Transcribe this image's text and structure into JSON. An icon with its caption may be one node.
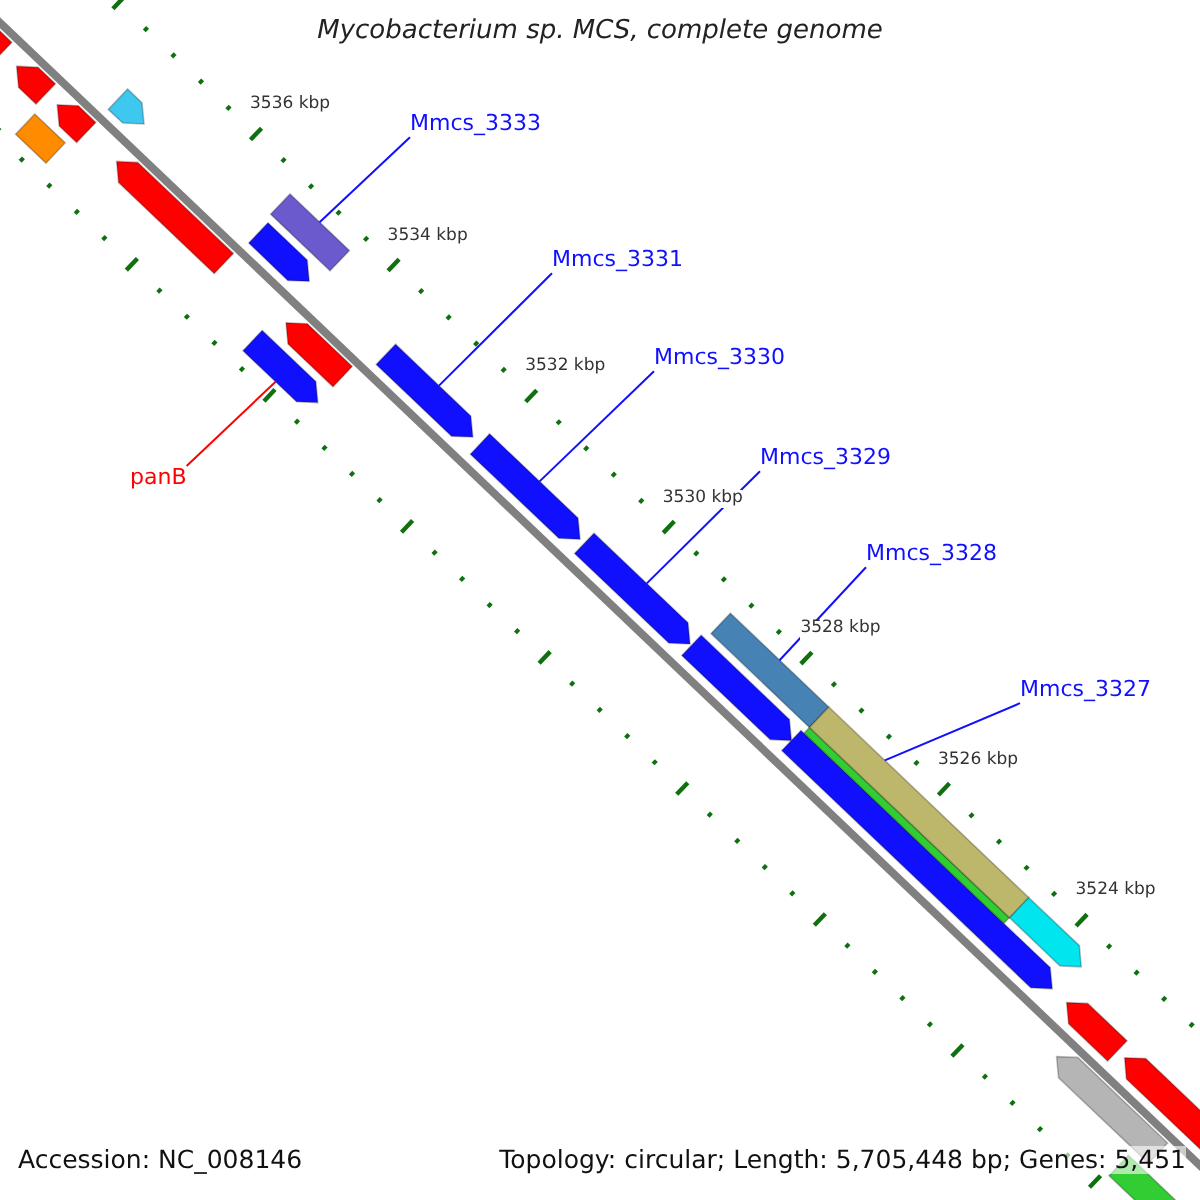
{
  "diagram": {
    "title": "Mycobacterium sp. MCS, complete genome",
    "nodes": [
      {
        "text": [
          "Mmcs_3333"
        ]
      },
      {
        "text": [
          "Mmcs_3331"
        ]
      },
      {
        "text": [
          "Mmcs_3330"
        ]
      },
      {
        "text": [
          "Mmcs_3329"
        ]
      },
      {
        "text": [
          "Mmcs_3328"
        ]
      },
      {
        "text": [
          "Mmcs_3327"
        ]
      },
      {
        "text": [
          "panB"
        ]
      },
      {
        "text": [],
        "shape": "bar"
      },
      {
        "text": [],
        "shape": "bar"
      },
      {
        "text": [],
        "shape": "bar"
      },
      {
        "text": [],
        "shape": "bar"
      },
      {
        "text": [],
        "shape": "bar"
      },
      {
        "text": [],
        "shape": "bar"
      },
      {
        "text": [],
        "shape": "bar"
      }
    ],
    "edges": [
      {
        "from": 0,
        "to": 7,
        "arrow": "none"
      },
      {
        "from": 1,
        "to": 9,
        "arrow": "none"
      },
      {
        "from": 2,
        "to": 10,
        "arrow": "none"
      },
      {
        "from": 3,
        "to": 11,
        "arrow": "none"
      },
      {
        "from": 4,
        "to": 12,
        "arrow": "none"
      },
      {
        "from": 5,
        "to": 13,
        "arrow": "none"
      },
      {
        "from": 6,
        "to": 8,
        "arrow": "none",
        "color": "#ff0000"
      }
    ],
    "labels": [
      "3536 kbp",
      "3534 kbp",
      "3532 kbp",
      "3530 kbp",
      "3528 kbp",
      "3526 kbp",
      "3524 kbp",
      "Accession: NC_008146",
      "Topology: circular; Length: 5,705,448 bp; Genes: 5,451"
    ]
  }
}
